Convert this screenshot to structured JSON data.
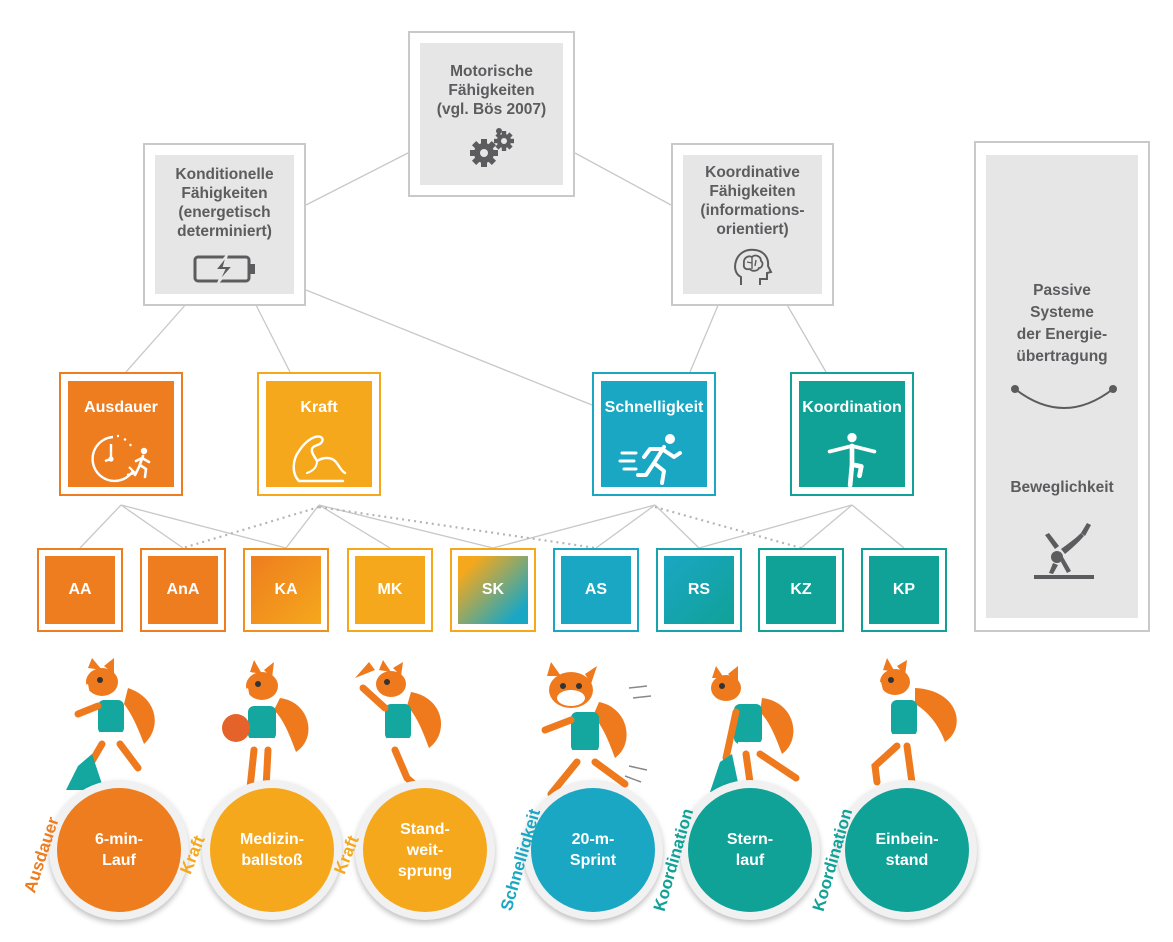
{
  "colors": {
    "orange": "#ee7d1f",
    "amber": "#f5a81c",
    "cyan": "#1aa7c4",
    "teal": "#10a197",
    "grey_text": "#5c5c5e",
    "grey_fill": "#e6e6e7"
  },
  "top": {
    "title": "Motorische\nFähigkeiten",
    "source": "(vgl. Bös 2007)",
    "icon": "gears-icon"
  },
  "conditional": {
    "label": "Konditionelle\nFähigkeiten\n(energetisch\ndeterminiert)",
    "icon": "battery-icon"
  },
  "coordinative": {
    "label": "Koordinative\nFähigkeiten\n(informations-\norientiert)",
    "icon": "brain-head-icon"
  },
  "passive": {
    "label": "Passive\nSysteme\nder Energie-\nübertragung",
    "sub_label": "Beweglichkeit",
    "icons": [
      "curve-icon",
      "handstand-icon"
    ]
  },
  "abilities": [
    {
      "label": "Ausdauer",
      "icon": "clock-runner-icon"
    },
    {
      "label": "Kraft",
      "icon": "flexed-arm-icon"
    },
    {
      "label": "Schnelligkeit",
      "icon": "sprinter-icon"
    },
    {
      "label": "Koordination",
      "icon": "balance-figure-icon"
    }
  ],
  "sub_abilities": [
    {
      "label": "AA"
    },
    {
      "label": "AnA"
    },
    {
      "label": "KA"
    },
    {
      "label": "MK"
    },
    {
      "label": "SK"
    },
    {
      "label": "AS"
    },
    {
      "label": "RS"
    },
    {
      "label": "KZ"
    },
    {
      "label": "KP"
    }
  ],
  "tasks": [
    {
      "category": "Ausdauer",
      "label": "6-min-\nLauf"
    },
    {
      "category": "Kraft",
      "label": "Medizin-\nballstoß"
    },
    {
      "category": "Kraft",
      "label": "Stand-\nweit-\nsprung"
    },
    {
      "category": "Schnelligkeit",
      "label": "20-m-\nSprint"
    },
    {
      "category": "Koordination",
      "label": "Stern-\nlauf"
    },
    {
      "category": "Koordination",
      "label": "Einbein-\nstand"
    }
  ],
  "mascot": "fox-mascot-icon"
}
